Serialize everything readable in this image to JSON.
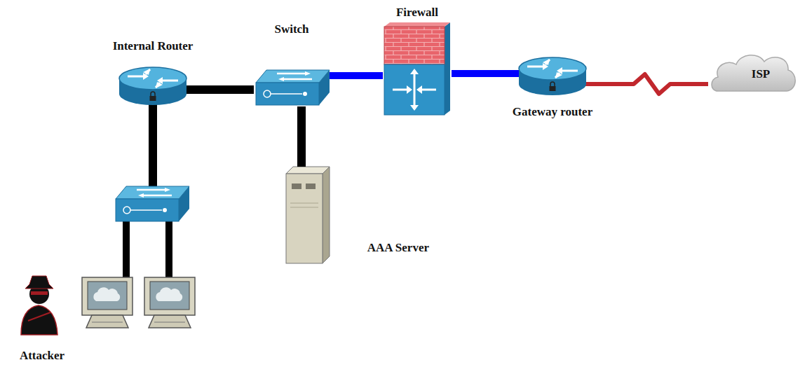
{
  "diagram": {
    "nodes": [
      {
        "text": [
          "Internal Router"
        ]
      },
      {
        "text": [
          "Switch"
        ]
      },
      {
        "text": [
          "Firewall"
        ]
      },
      {
        "text": [
          "Gateway router"
        ]
      },
      {
        "text": [
          "ISP"
        ]
      },
      {
        "text": [
          "AAA Server"
        ]
      },
      {
        "text": [
          "Attacker"
        ]
      }
    ],
    "edges": [
      {
        "from": 0,
        "to": 1,
        "arrow": "none"
      },
      {
        "from": 1,
        "to": 2,
        "arrow": "none"
      },
      {
        "from": 2,
        "to": 3,
        "arrow": "none"
      },
      {
        "from": 3,
        "to": 4,
        "arrow": "none"
      },
      {
        "from": 1,
        "to": 5,
        "arrow": "none"
      }
    ]
  }
}
